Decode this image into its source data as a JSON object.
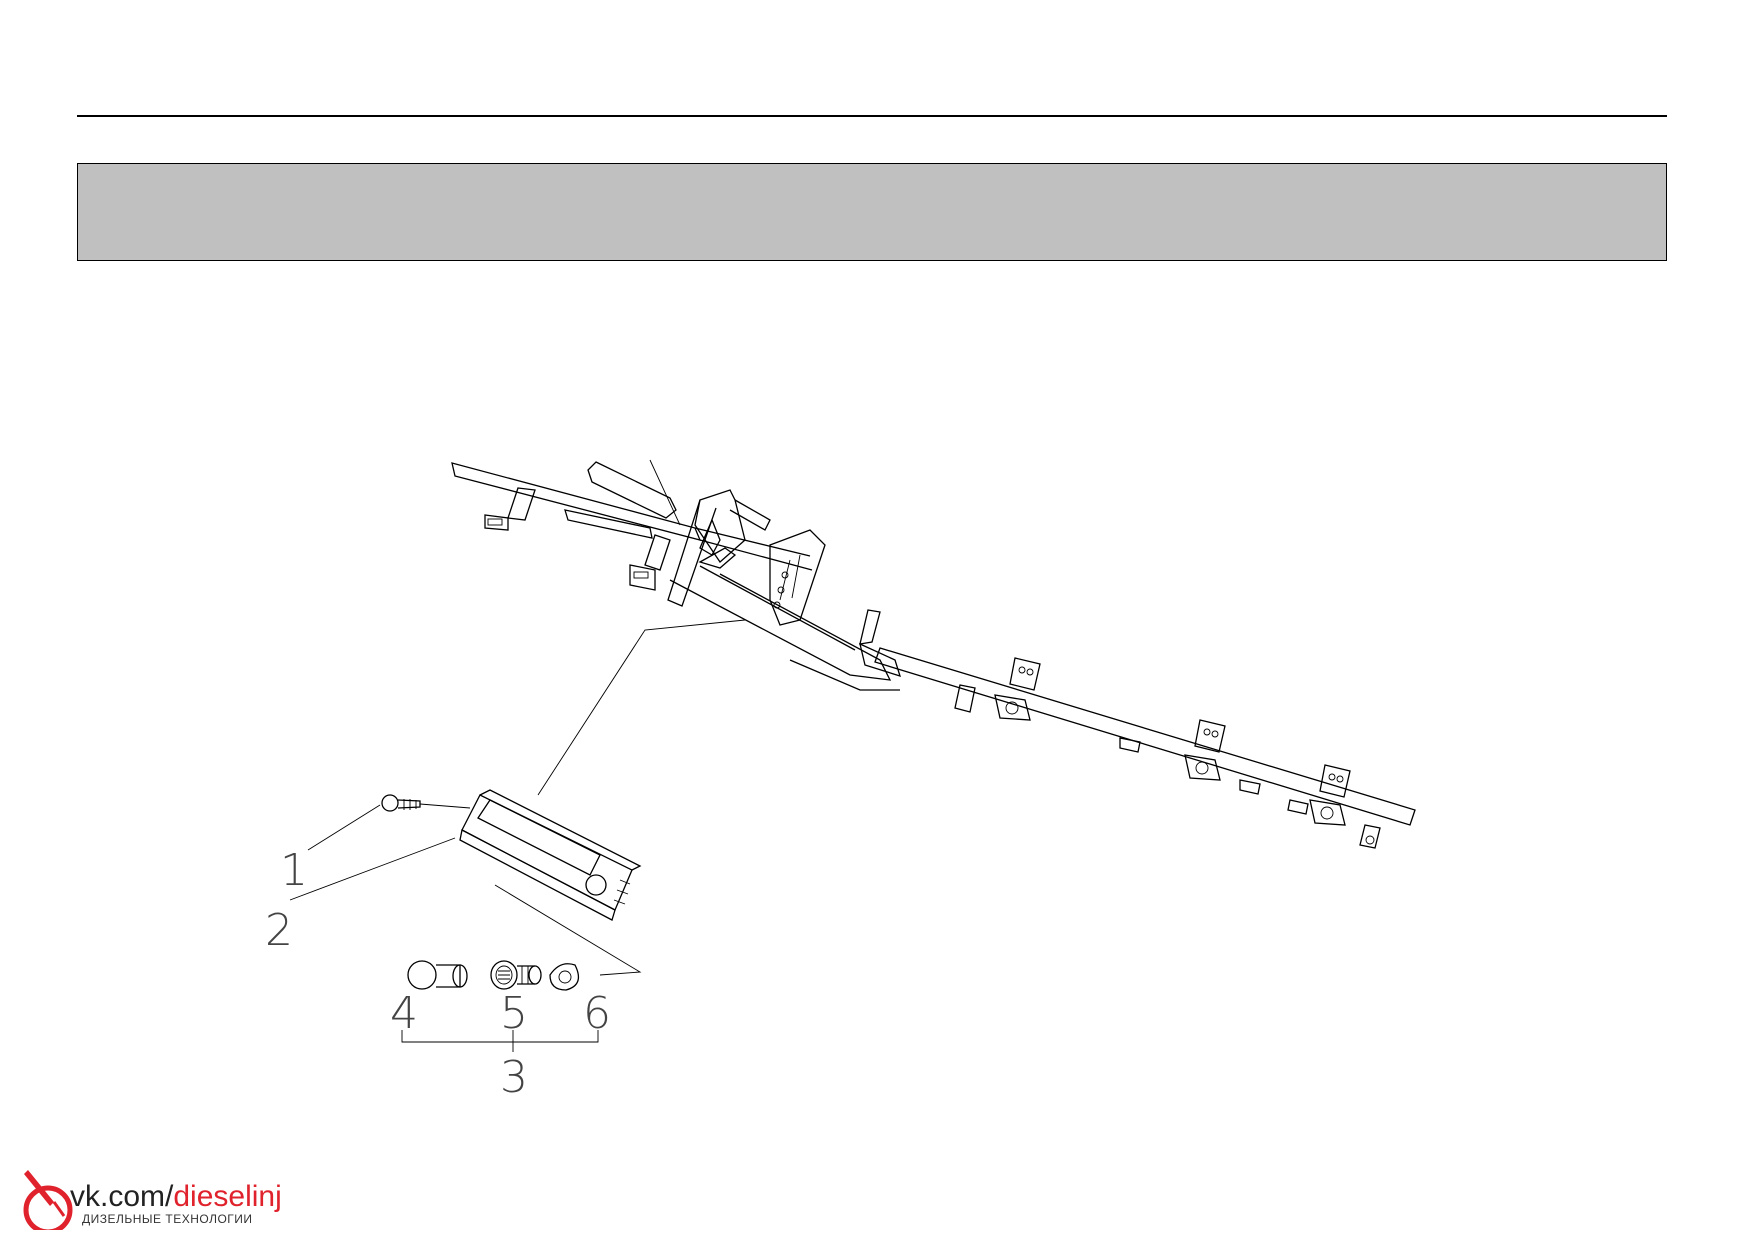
{
  "header": {
    "title": ""
  },
  "callouts": {
    "c1": "1",
    "c2": "2",
    "c3": "3",
    "c4": "4",
    "c5": "5",
    "c6": "6"
  },
  "watermark": {
    "url_prefix": "vk.com/",
    "url_accent": "dieselinj",
    "subtitle": "ДИЗЕЛЬНЫЕ ТЕХНОЛОГИИ",
    "accent_color": "#e0222c"
  }
}
